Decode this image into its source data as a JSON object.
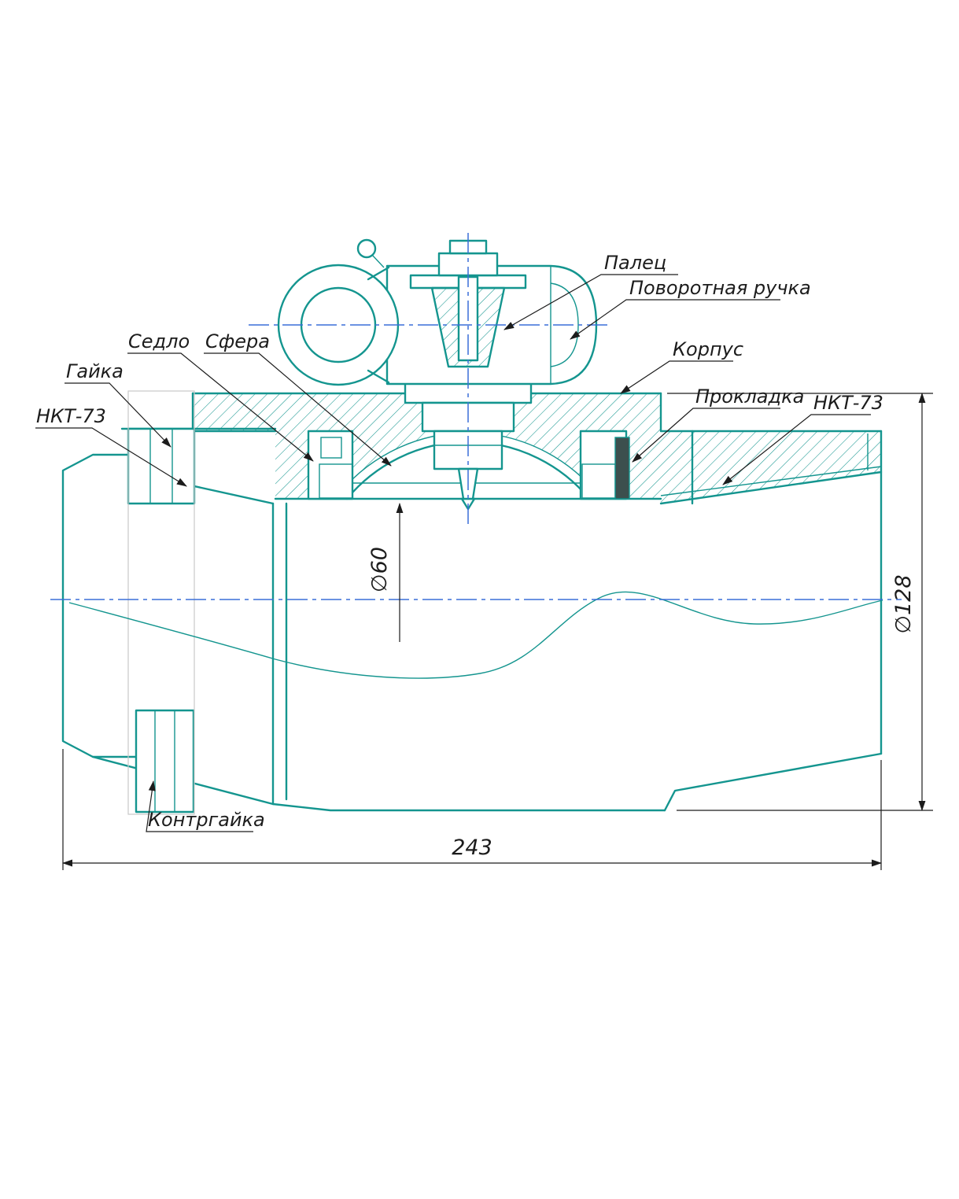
{
  "labels": {
    "pin": "Палец",
    "rotary_handle": "Поворотная ручка",
    "seat": "Седло",
    "sphere": "Сфера",
    "nut": "Гайка",
    "nkt_left": "НКТ-73",
    "body": "Корпус",
    "gasket": "Прокладка",
    "nkt_right": "НКТ-73",
    "locknut": "Контргайка"
  },
  "dimensions": {
    "bore_diameter": "∅60",
    "outer_diameter": "∅128",
    "overall_length": "243"
  },
  "colors": {
    "line": "#14958f",
    "centerline": "#3a6fd8",
    "annotation": "#1c1c1c",
    "faint": "#c9c9c9"
  }
}
